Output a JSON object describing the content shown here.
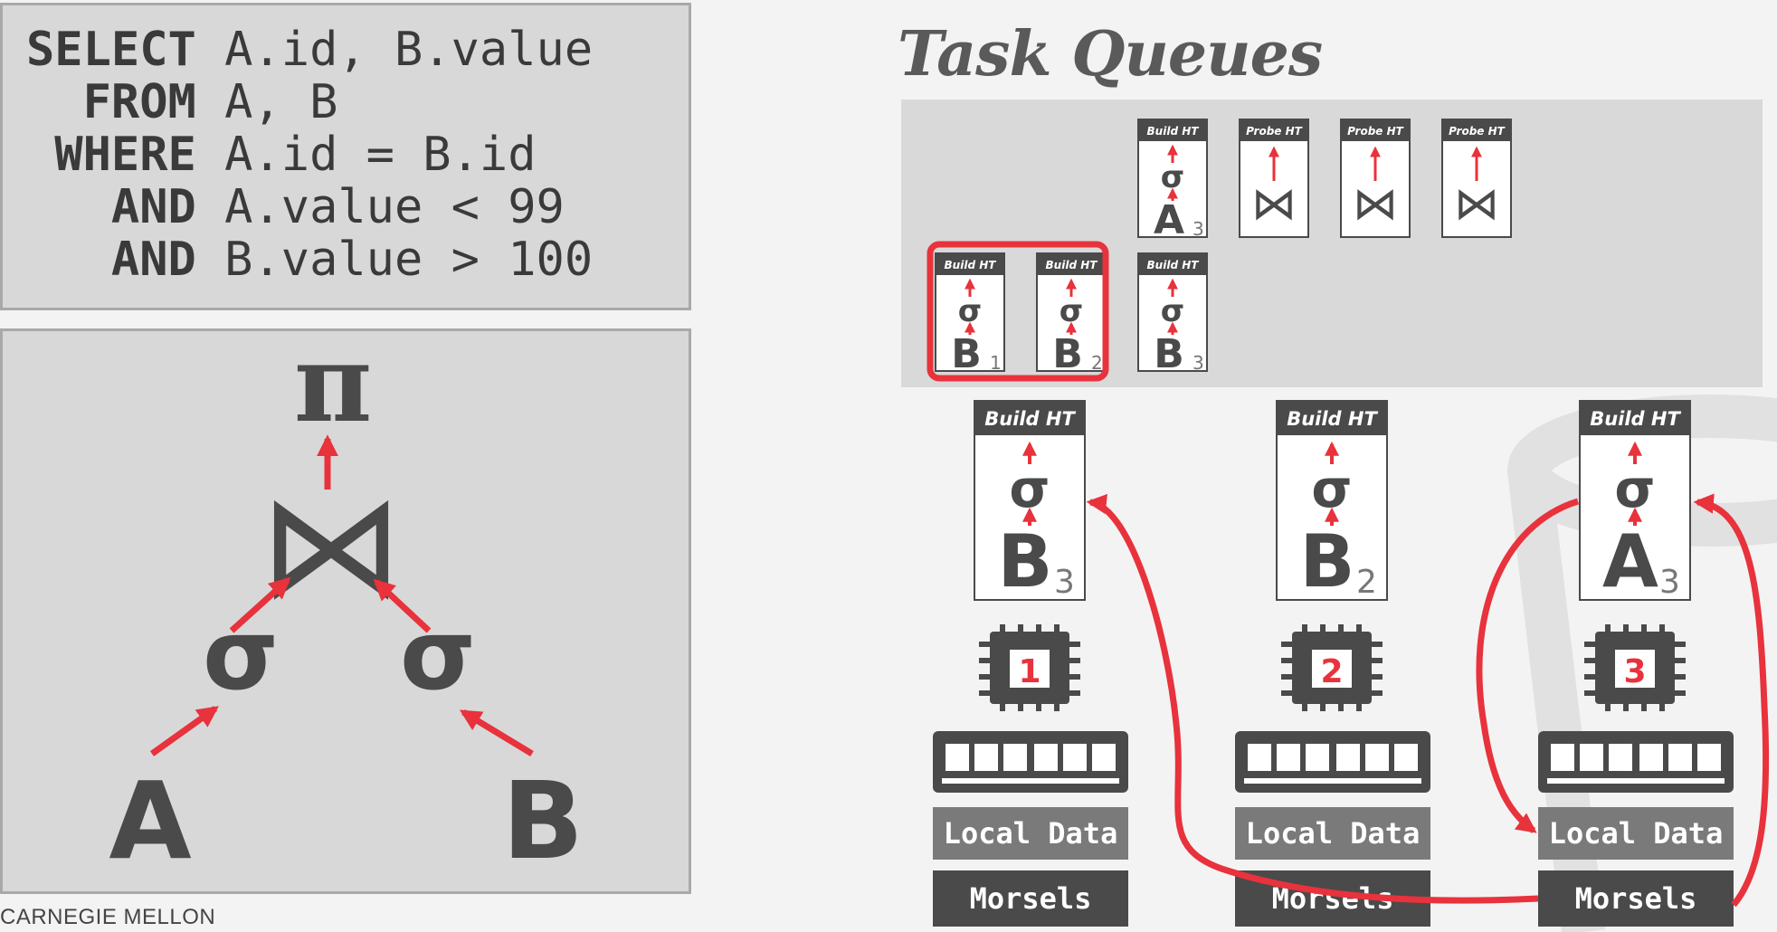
{
  "sql": {
    "lines": [
      {
        "keyword": "SELECT",
        "rest": " A.id, B.value"
      },
      {
        "keyword": "  FROM",
        "rest": " A, B"
      },
      {
        "keyword": " WHERE",
        "rest": " A.id = B.id"
      },
      {
        "keyword": "   AND",
        "rest": " A.value < 99"
      },
      {
        "keyword": "   AND",
        "rest": " B.value > 100"
      }
    ]
  },
  "plan": {
    "projection": "π",
    "join": "⋈",
    "select_left": "σ",
    "select_right": "σ",
    "table_left": "A",
    "table_right": "B"
  },
  "title": "Task Queues",
  "queue_tasks": {
    "build_a3": {
      "label": "Build HT",
      "sigma": "σ",
      "table": "A",
      "sub": "3"
    },
    "probe_1": {
      "label": "Probe HT",
      "join": "⋈"
    },
    "probe_2": {
      "label": "Probe HT",
      "join": "⋈"
    },
    "probe_3": {
      "label": "Probe HT",
      "join": "⋈"
    },
    "build_b1": {
      "label": "Build HT",
      "sigma": "σ",
      "table": "B",
      "sub": "1"
    },
    "build_b2": {
      "label": "Build HT",
      "sigma": "σ",
      "table": "B",
      "sub": "2"
    },
    "build_b3": {
      "label": "Build HT",
      "sigma": "σ",
      "table": "B",
      "sub": "3"
    }
  },
  "workers": [
    {
      "task_label": "Build HT",
      "sigma": "σ",
      "table": "B",
      "sub": "3",
      "cpu_id": "1",
      "local_data": "Local Data",
      "morsels": "Morsels"
    },
    {
      "task_label": "Build HT",
      "sigma": "σ",
      "table": "B",
      "sub": "2",
      "cpu_id": "2",
      "local_data": "Local Data",
      "morsels": "Morsels"
    },
    {
      "task_label": "Build HT",
      "sigma": "σ",
      "table": "A",
      "sub": "3",
      "cpu_id": "3",
      "local_data": "Local Data",
      "morsels": "Morsels"
    }
  ],
  "footer": "CARNEGIE MELLON",
  "colors": {
    "accent_red": "#e8323c",
    "dark_gray": "#4a4a4a",
    "panel_gray": "#d8d8d8"
  }
}
